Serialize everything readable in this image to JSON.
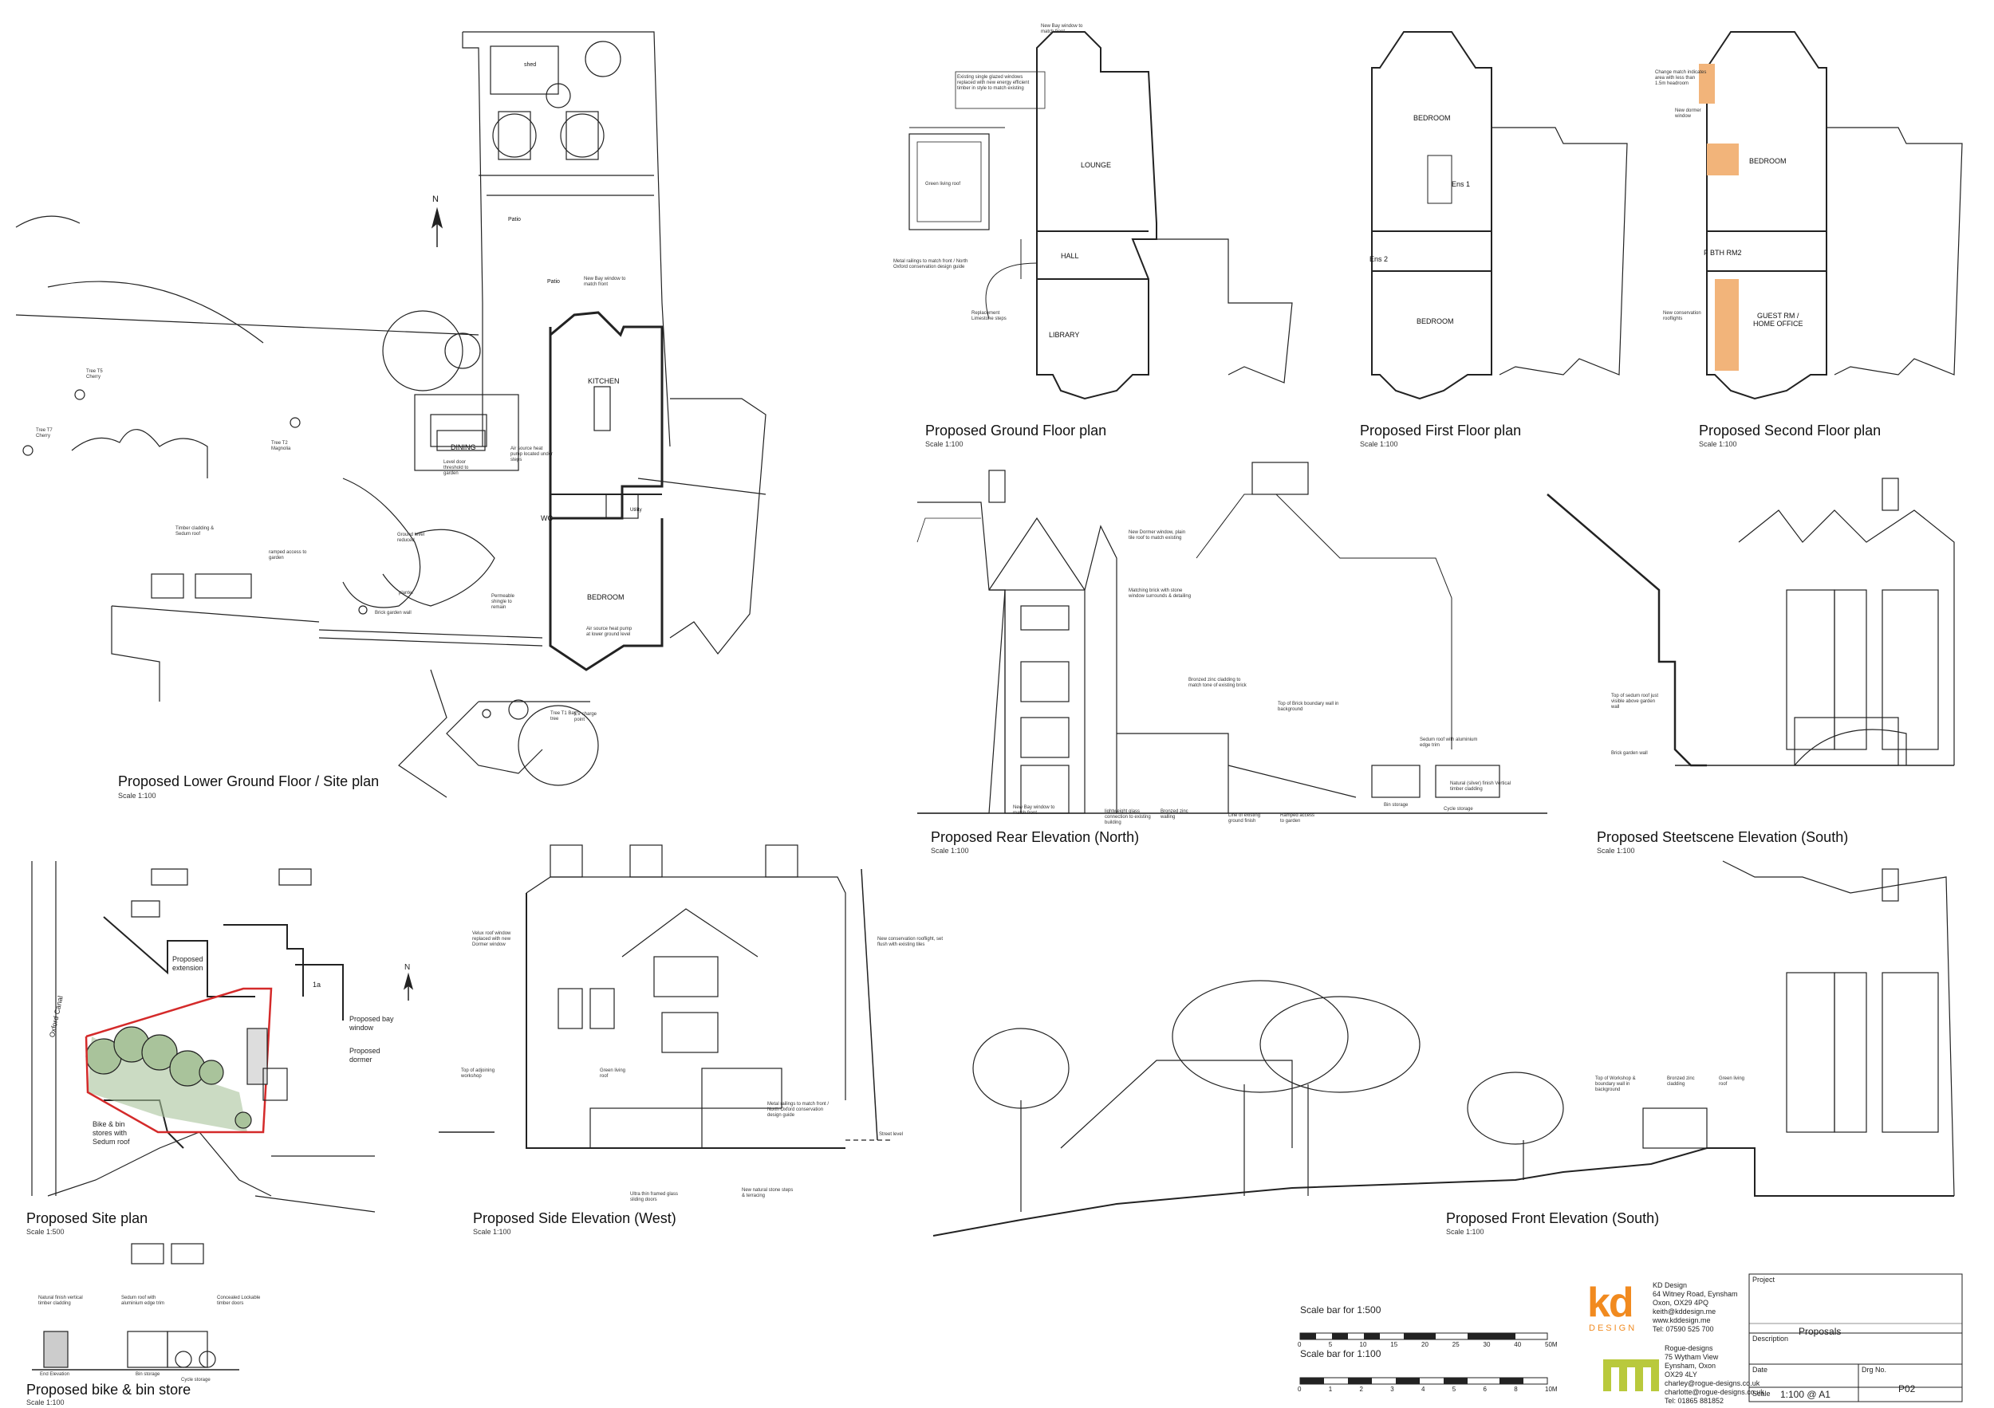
{
  "titles": {
    "lower_ground": {
      "title": "Proposed Lower Ground Floor / Site plan",
      "scale": "Scale 1:100"
    },
    "ground": {
      "title": "Proposed Ground Floor plan",
      "scale": "Scale 1:100"
    },
    "first": {
      "title": "Proposed First Floor plan",
      "scale": "Scale 1:100"
    },
    "second": {
      "title": "Proposed Second Floor plan",
      "scale": "Scale 1:100"
    },
    "rear": {
      "title": "Proposed Rear Elevation (North)",
      "scale": "Scale 1:100"
    },
    "streetscene": {
      "title": "Proposed Steetscene Elevation (South)",
      "scale": "Scale 1:100"
    },
    "site": {
      "title": "Proposed Site plan",
      "scale": "Scale 1:500"
    },
    "side": {
      "title": "Proposed Side Elevation (West)",
      "scale": "Scale 1:100"
    },
    "front": {
      "title": "Proposed Front Elevation (South)",
      "scale": "Scale 1:100"
    },
    "bike": {
      "title": "Proposed bike & bin store",
      "scale": "Scale 1:100"
    }
  },
  "rooms": {
    "kitchen": "KITCHEN",
    "dining": "DINING",
    "bedroom_lg": "BEDROOM",
    "wc": "WC",
    "utility": "Utility",
    "lounge": "LOUNGE",
    "hall": "HALL",
    "library": "LIBRARY",
    "bedroom_f1a": "BEDROOM",
    "bedroom_f1b": "BEDROOM",
    "ens1": "Ens 1",
    "ens2": "Ens 2",
    "bedroom_f2": "BEDROOM",
    "fbth": "F BTH RM2",
    "guest1": "GUEST RM /",
    "guest2": "HOME OFFICE",
    "shed": "shed",
    "patio1": "Patio",
    "patio2": "Patio",
    "north": "N"
  },
  "site_labels": {
    "oxford_canal": "Oxford Canal",
    "extension1": "Proposed",
    "extension2": "extension",
    "bay1": "Proposed bay",
    "bay2": "window",
    "dormer1": "Proposed",
    "dormer2": "dormer",
    "bike1": "Bike & bin",
    "bike2": "stores with",
    "bike3": "Sedum roof",
    "plot_1a": "1a",
    "north": "N"
  },
  "annotations": {
    "bay_window_lg": "New Bay window to match front",
    "green_roof": "Green living roof",
    "existing_windows": "Existing single glazed windows replaced with new energy efficient timber in style to match existing",
    "metal_railings": "Metal railings to match front / North Oxford conservation design guide",
    "replacement_steps": "Replacement Limestone steps",
    "new_bay_gf": "New Bay window to match front",
    "new_dormer": "New dormer window",
    "change_match": "Change match indicates area with less than 1.5m headroom",
    "conservation_rooflights": "New conservation rooflights",
    "dormer_rear": "New Dormer window, plain tile roof to match existing",
    "matching_brick": "Matching brick with stone window surrounds & detailing",
    "bronzed_zinc": "Bronzed zinc cladding to match tone of existing brick",
    "brick_boundary": "Top of Brick boundary wall in background",
    "sedum_roof": "Sedum roof with aluminium edge trim",
    "natural_timber": "Natural (silver) finish Vertical timber cladding",
    "bin_storage": "Bin storage",
    "cycle_storage": "Cycle storage",
    "bay_rear": "New Bay window to match front",
    "lightweight_glass": "lightweight glass connection to existing building",
    "zinc_walling": "Bronzed zinc walling",
    "ground_finish": "Line of existing ground finish",
    "ramped_access": "Ramped access to garden",
    "sedum_visible": "Top of sedum roof just visible above garden wall",
    "brick_garden_wall": "Brick garden wall",
    "velux_replaced": "Velux roof window replaced with new Dormer window",
    "adjoining_workshop": "Top of adjoining workshop",
    "new_conservation_side": "New conservation rooflight, set flush with existing tiles",
    "railings_side": "Metal railings to match front / North Oxford conservation design guide",
    "green_living_roof": "Green living roof",
    "street_level": "Street level",
    "ultra_thin": "Ultra thin framed glass sliding doors",
    "stone_steps": "New natural stone steps & terracing",
    "workshop_boundary": "Top of Workshop & boundary wall in background",
    "bronzed_cladding": "Bronzed zinc cladding",
    "green_living_roof2": "Green living roof",
    "timber_cladding_bike": "Natural finish vertical timber cladding",
    "sedum_bike": "Sedum roof with aluminium edge trim",
    "lockable_doors": "Concealed Lockable timber doors",
    "end_elevation": "End Elevation",
    "bin_storage_bike": "Bin storage",
    "cycle_storage_bike": "Cycle storage",
    "brick_garden_wall_site": "Brick garden wall",
    "planter": "planter",
    "permeable": "Permeable shingle to remain",
    "timber_cladding_site": "Timber cladding & Sedum roof",
    "ramped_access_site": "ramped access to garden",
    "ground_level_reduced": "Ground level reduced",
    "tree_t2": "Tree T2 Magnolia",
    "tree_t1": "Tree T1 Bay tree",
    "tree_t5": "Tree T5 Cherry",
    "tree_t7": "Tree T7 Cherry",
    "ev_charge": "EV charge point",
    "air_source": "Air source heat pump at lower ground level",
    "air_source2": "Air source heat pump located under steps",
    "level_door": "Level door threshold to garden"
  },
  "scale_bars": {
    "bar500_label": "Scale bar for 1:500",
    "bar500_ticks": [
      "0",
      "5",
      "10",
      "15",
      "20",
      "25",
      "30",
      "40",
      "50M"
    ],
    "bar100_label": "Scale bar for 1:100",
    "bar100_ticks": [
      "0",
      "1",
      "2",
      "3",
      "4",
      "5",
      "6",
      "8",
      "10M"
    ]
  },
  "designer": {
    "logo_main": "kd",
    "logo_sub": "DESIGN",
    "kd_lines": [
      "KD Design",
      "64 Witney Road, Eynsham",
      "Oxon, OX29 4PQ",
      "keith@kddesign.me",
      "www.kddesign.me",
      "Tel: 07590 525 700"
    ],
    "rogue_lines": [
      "Rogue-designs",
      "75 Wytham View",
      "Eynsham, Oxon",
      "OX29 4LY",
      "charley@rogue-designs.co.uk",
      "charlotte@rogue-designs.co.uk",
      "Tel: 01865 881852"
    ]
  },
  "title_block": {
    "project_label": "Project",
    "project_value": "Proposals",
    "description_label": "Description",
    "date_label": "Date",
    "drg_no_label": "Drg No.",
    "scale_label": "Scale",
    "scale_value": "1:100 @ A1",
    "drg_no_value": "P02"
  },
  "colors": {
    "line": "#222222",
    "tree_fill": "#a9c39b",
    "site_boundary": "#d42a2a",
    "roof_hatch": "#f2b47a",
    "logo_orange": "#f18a1f",
    "logo_green": "#b9c93c"
  }
}
